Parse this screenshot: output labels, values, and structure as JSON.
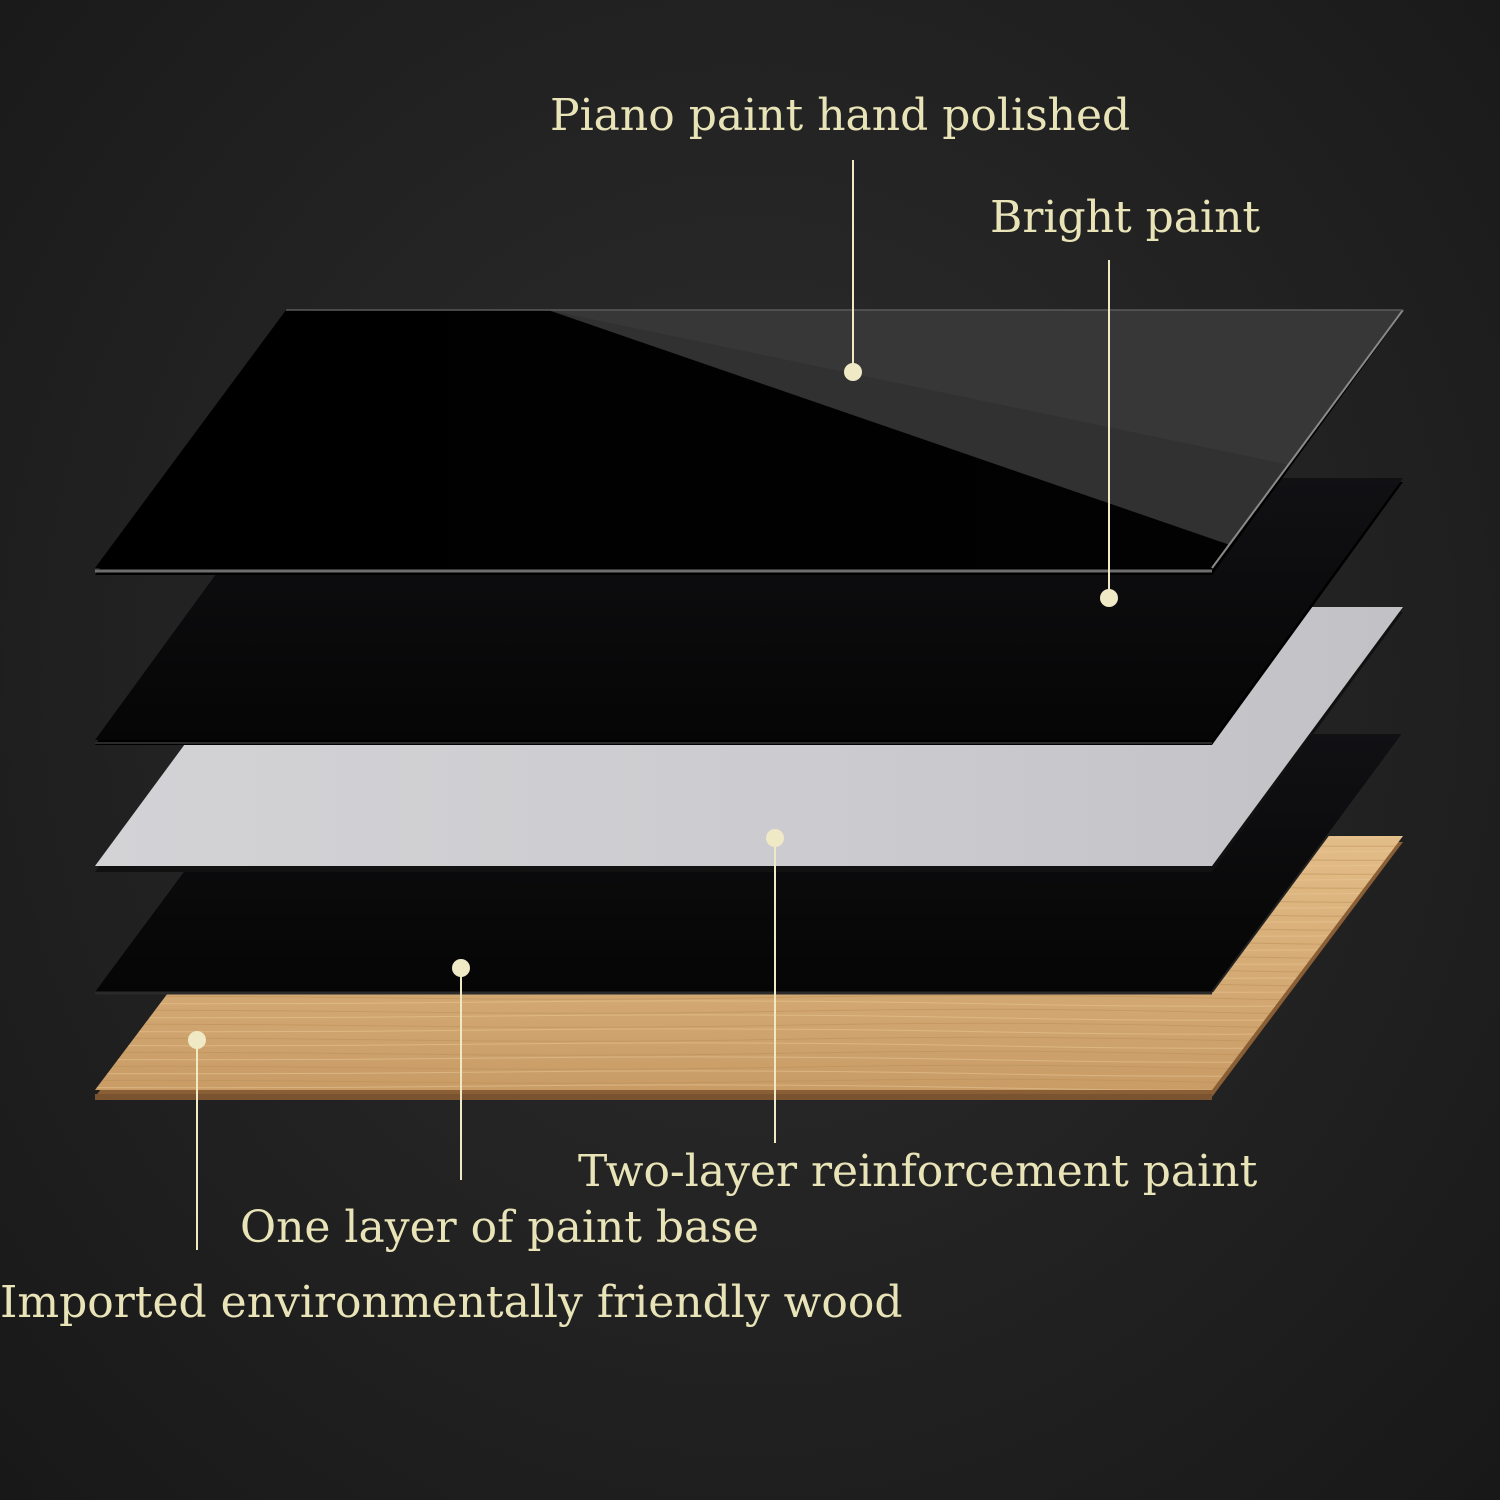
{
  "colors": {
    "background": "#222222",
    "label_text": "#e9e4b8",
    "leader_line": "#efe9c6",
    "wood": "#d9b07c",
    "gray_layer": "#cfcfd2",
    "black_layer": "#050505"
  },
  "labels": {
    "piano_paint": "Piano paint hand polished",
    "bright_paint": "Bright paint",
    "reinforcement_paint": "Two-layer reinforcement paint",
    "paint_base": "One layer of paint base",
    "wood": "Imported environmentally friendly wood"
  }
}
